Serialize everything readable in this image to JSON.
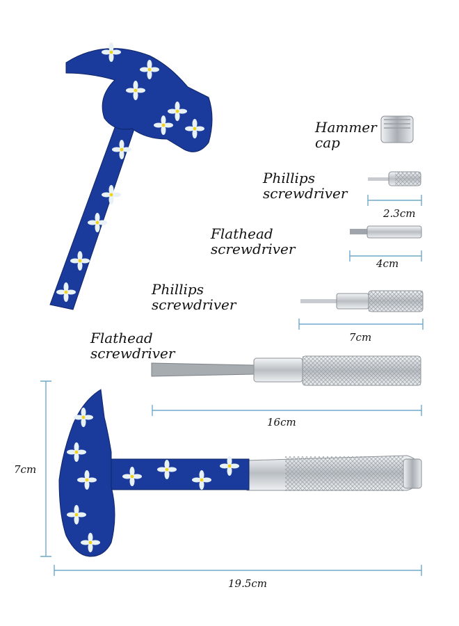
{
  "parts": [
    {
      "label_lines": [
        "Hammer",
        "cap"
      ],
      "measurement": ""
    },
    {
      "label_lines": [
        "Phillips",
        "screwdriver"
      ],
      "measurement": "2.3cm"
    },
    {
      "label_lines": [
        "Flathead",
        "screwdriver"
      ],
      "measurement": "4cm"
    },
    {
      "label_lines": [
        "Phillips",
        "screwdriver"
      ],
      "measurement": "7cm"
    },
    {
      "label_lines": [
        "Flathead",
        "screwdriver"
      ],
      "measurement": "16cm"
    }
  ],
  "assembled": {
    "height": "7cm",
    "length": "19.5cm"
  },
  "colors": {
    "hammer_blue": "#1a3a9c",
    "flower_white": "#e8f2f6",
    "flower_center": "#f2d21a",
    "metal": "#c8ccd0",
    "dimension_line": "#6fa8cc"
  }
}
